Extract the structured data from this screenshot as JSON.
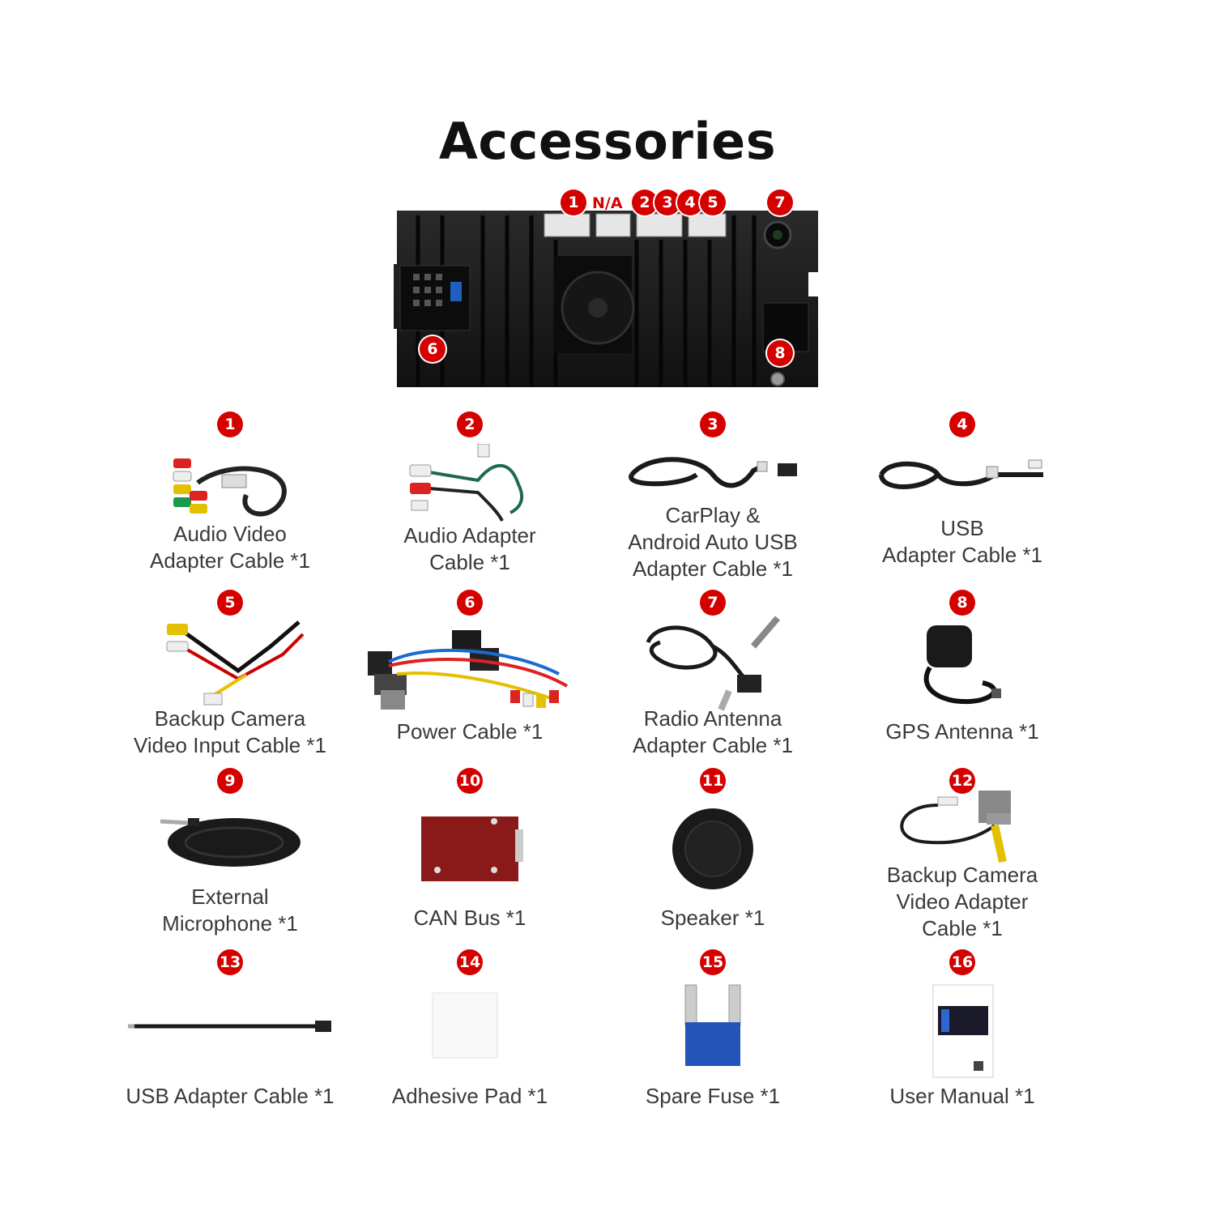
{
  "title": "Accessories",
  "colors": {
    "badge": "#d50000",
    "text": "#3a3a3a",
    "unit": "#1a1a1a"
  },
  "head_unit": {
    "port_badges": [
      "1",
      "2",
      "3",
      "4",
      "5",
      "6",
      "7",
      "8"
    ],
    "na_label": "N/A"
  },
  "items": [
    {
      "num": "1",
      "label_lines": [
        "Audio Video",
        "Adapter Cable *1"
      ]
    },
    {
      "num": "2",
      "label_lines": [
        "Audio Adapter",
        "Cable *1"
      ]
    },
    {
      "num": "3",
      "label_lines": [
        "CarPlay &",
        "Android Auto USB",
        "Adapter Cable *1"
      ]
    },
    {
      "num": "4",
      "label_lines": [
        "USB",
        "Adapter Cable *1"
      ]
    },
    {
      "num": "5",
      "label_lines": [
        "Backup Camera",
        "Video Input Cable *1"
      ]
    },
    {
      "num": "6",
      "label_lines": [
        "Power Cable *1"
      ]
    },
    {
      "num": "7",
      "label_lines": [
        "Radio Antenna",
        "Adapter Cable *1"
      ]
    },
    {
      "num": "8",
      "label_lines": [
        "GPS Antenna *1"
      ]
    },
    {
      "num": "9",
      "label_lines": [
        "External",
        "Microphone *1"
      ]
    },
    {
      "num": "10",
      "label_lines": [
        "CAN Bus *1"
      ]
    },
    {
      "num": "11",
      "label_lines": [
        "Speaker *1"
      ]
    },
    {
      "num": "12",
      "label_lines": [
        "Backup Camera",
        "Video Adapter",
        "Cable *1"
      ]
    },
    {
      "num": "13",
      "label_lines": [
        "USB Adapter Cable *1"
      ]
    },
    {
      "num": "14",
      "label_lines": [
        "Adhesive Pad *1"
      ]
    },
    {
      "num": "15",
      "label_lines": [
        "Spare Fuse *1"
      ]
    },
    {
      "num": "16",
      "label_lines": [
        "User Manual *1"
      ]
    }
  ]
}
